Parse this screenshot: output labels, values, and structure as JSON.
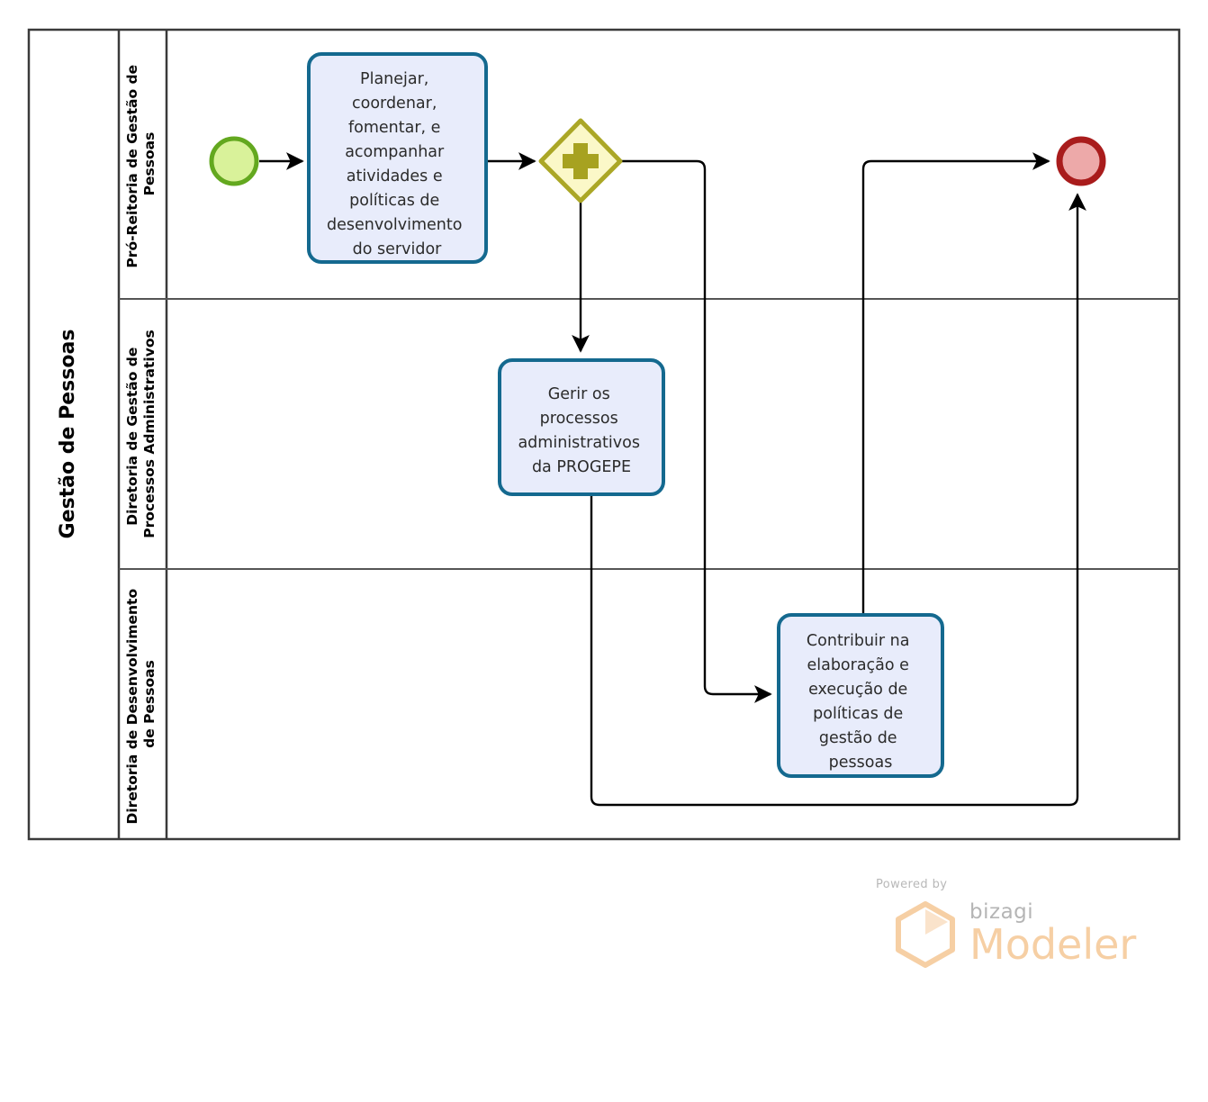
{
  "pool": {
    "title": "Gestão de Pessoas",
    "lanes": [
      {
        "id": "lane-pro-reitoria",
        "label": "Pró-Reitoria de Gestão de Pessoas"
      },
      {
        "id": "lane-diretoria-processos",
        "label": "Diretoria de Gestão de Processos Administrativos"
      },
      {
        "id": "lane-diretoria-desenvolvimento",
        "label": "Diretoria de Desenvolvimento de Pessoas"
      }
    ]
  },
  "nodes": {
    "start_event": {
      "name": "start-event",
      "type": "start-event",
      "lane": 0,
      "fill": "#d9f29a",
      "stroke": "#63a81f"
    },
    "task_planejar": {
      "name": "task-planejar",
      "type": "task",
      "lane": 0,
      "lines": [
        "Planejar,",
        "coordenar,",
        "fomentar, e",
        "acompanhar",
        "atividades e",
        "políticas de",
        "desenvolvimento",
        "do servidor"
      ]
    },
    "gateway_parallel": {
      "name": "parallel-gateway",
      "type": "parallel-gateway",
      "lane": 0,
      "symbol": "+",
      "fill": "#fbf8c8",
      "stroke": "#aba726"
    },
    "task_gerir": {
      "name": "task-gerir-processos",
      "type": "task",
      "lane": 1,
      "lines": [
        "Gerir os",
        "processos",
        "administrativos",
        "da PROGEPE"
      ]
    },
    "task_contribuir": {
      "name": "task-contribuir-politicas",
      "type": "task",
      "lane": 2,
      "lines": [
        "Contribuir na",
        "elaboração e",
        "execução de",
        "políticas de",
        "gestão de",
        "pessoas"
      ]
    },
    "end_event": {
      "name": "end-event",
      "type": "end-event",
      "lane": 0,
      "fill": "#eda9a9",
      "stroke": "#a91c1c"
    }
  },
  "flows": [
    {
      "name": "flow-start-to-planejar",
      "from": "start_event",
      "to": "task_planejar"
    },
    {
      "name": "flow-planejar-to-gateway",
      "from": "task_planejar",
      "to": "gateway_parallel"
    },
    {
      "name": "flow-gateway-to-gerir",
      "from": "gateway_parallel",
      "to": "task_gerir"
    },
    {
      "name": "flow-gateway-to-contribuir",
      "from": "gateway_parallel",
      "to": "task_contribuir"
    },
    {
      "name": "flow-contribuir-to-end",
      "from": "task_contribuir",
      "to": "end_event"
    },
    {
      "name": "flow-gerir-to-end",
      "from": "task_gerir",
      "to": "end_event"
    }
  ],
  "watermark": {
    "powered_by": "Powered by",
    "brand": "bizagi",
    "product": "Modeler",
    "brand_color": "#f6cfa4"
  },
  "theme": {
    "task_fill": "#e8ecfb",
    "task_stroke": "#14698f",
    "pool_stroke": "#3a3a3a",
    "flow_stroke": "#000000"
  }
}
